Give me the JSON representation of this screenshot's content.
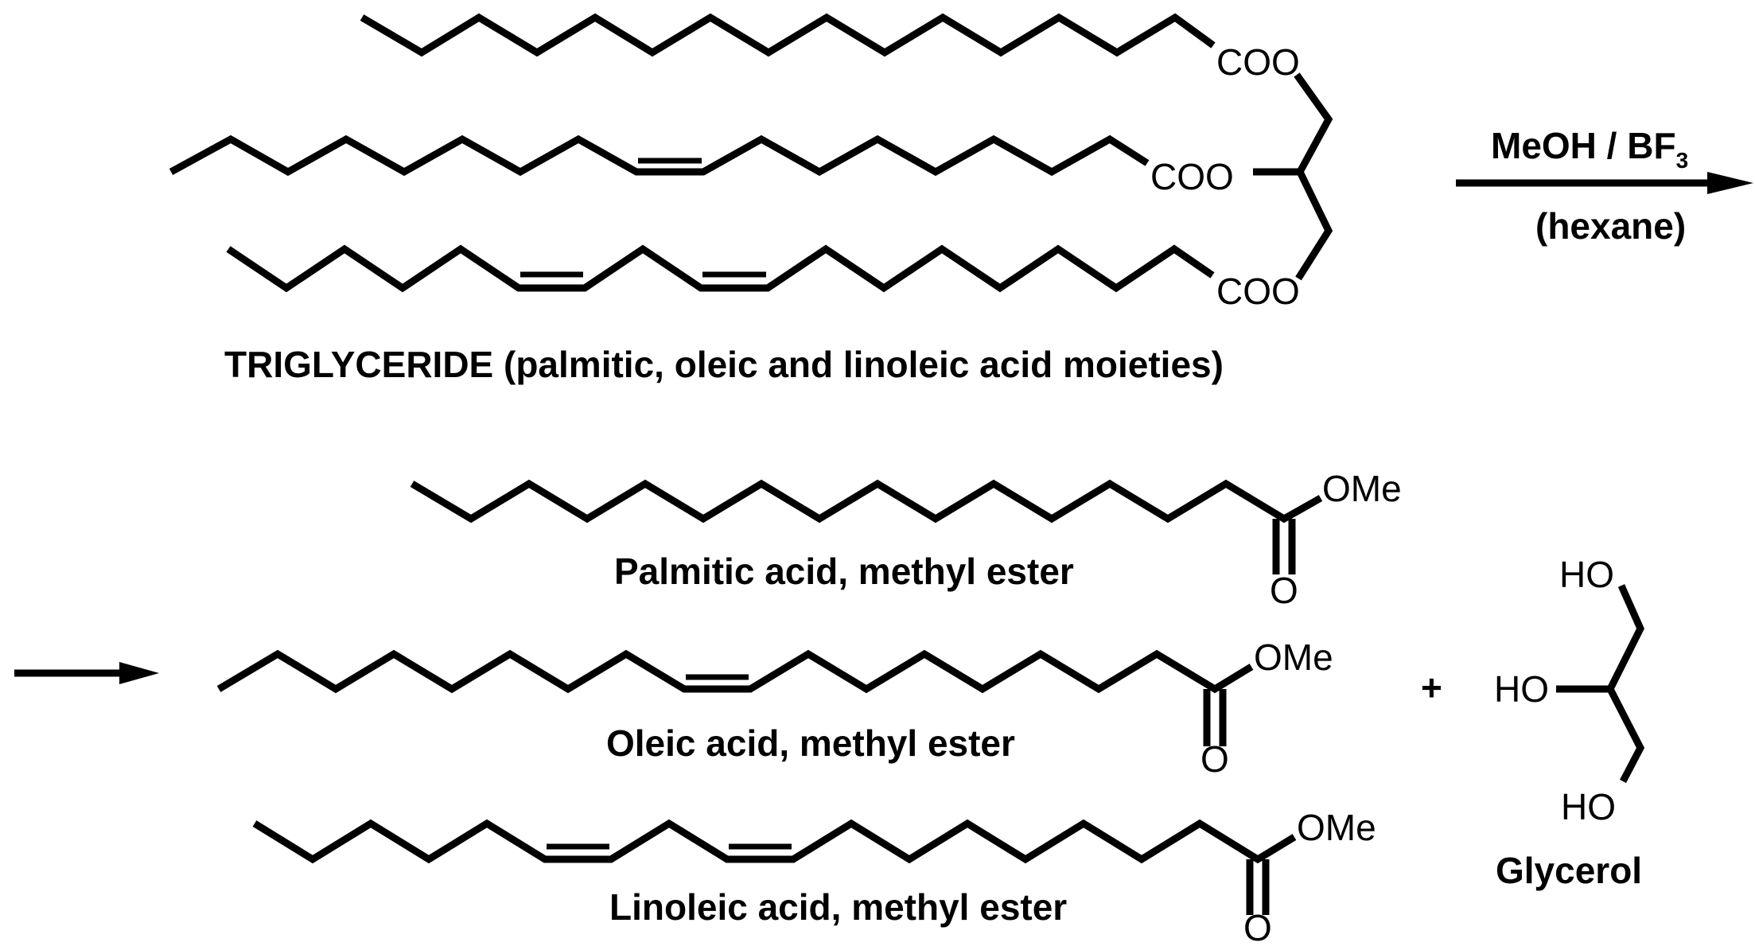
{
  "reaction": {
    "conditions_top_prefix": "MeOH / BF",
    "conditions_top_subscript": "3",
    "conditions_bottom": "(hexane)",
    "plus_sign": "+"
  },
  "triglyceride": {
    "caption": "TRIGLYCERIDE (palmitic, oleic and linoleic acid moieties)",
    "ester_label": "COO"
  },
  "products": {
    "palmitic_caption": "Palmitic acid, methyl ester",
    "oleic_caption": "Oleic acid, methyl ester",
    "linoleic_caption": "Linoleic acid, methyl ester",
    "methoxy_label": "OMe",
    "carbonyl_label": "O"
  },
  "glycerol": {
    "caption": "Glycerol",
    "hydroxyl_label": "HO"
  }
}
